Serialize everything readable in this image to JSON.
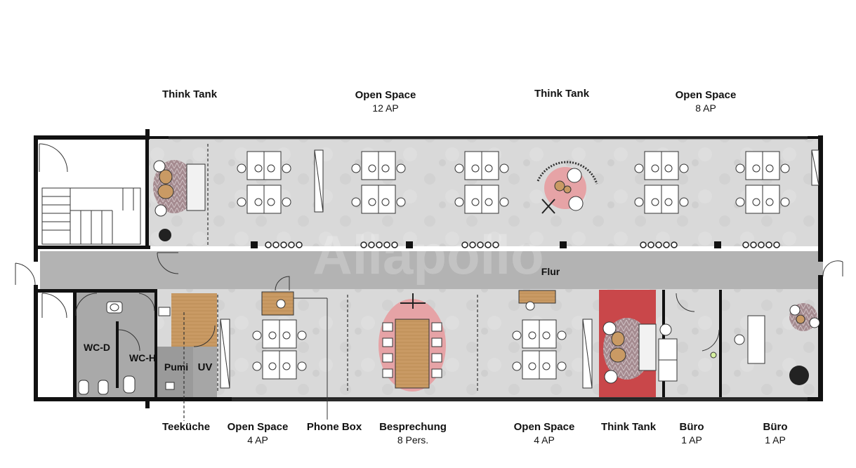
{
  "top_labels": [
    {
      "name": "Think Tank",
      "capacity": ""
    },
    {
      "name": "Open Space",
      "capacity": "12 AP"
    },
    {
      "name": "Think Tank",
      "capacity": ""
    },
    {
      "name": "Open Space",
      "capacity": "8 AP"
    }
  ],
  "bottom_labels": [
    {
      "name": "Teeküche",
      "capacity": ""
    },
    {
      "name": "Open Space",
      "capacity": "4 AP"
    },
    {
      "name": "Phone Box",
      "capacity": ""
    },
    {
      "name": "Besprechung",
      "capacity": "8 Pers."
    },
    {
      "name": "Open Space",
      "capacity": "4 AP"
    },
    {
      "name": "Think Tank",
      "capacity": ""
    },
    {
      "name": "Büro",
      "capacity": "1 AP"
    },
    {
      "name": "Büro",
      "capacity": "1 AP"
    }
  ],
  "rooms": {
    "corridor": "Flur",
    "wc_d": "WC-D",
    "wc_h": "WC-H",
    "pumi": "Pumi",
    "uv": "UV"
  },
  "watermark": "Allapollo",
  "colors": {
    "floor": "#d6d6d6",
    "corridor": "#b3b3b3",
    "wall": "#111111",
    "think_tank_red": "#c9474a",
    "rug_pink": "#e6a3a6",
    "wood": "#c79a63"
  }
}
